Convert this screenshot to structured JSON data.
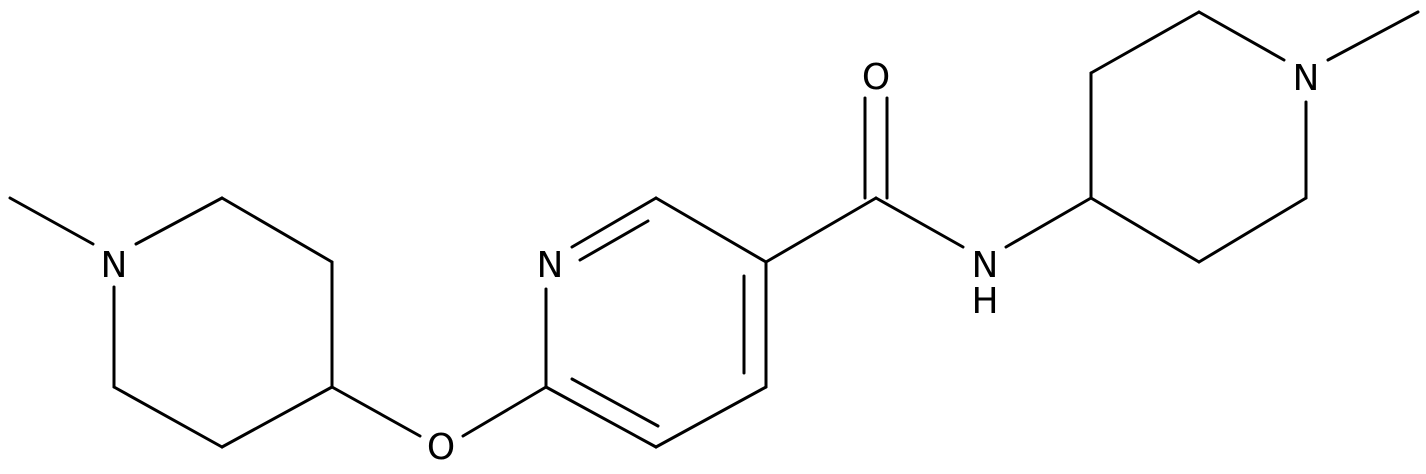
{
  "molecule": {
    "atoms": {
      "n_pyridine": "N",
      "o_ether": "O",
      "o_carbonyl": "O",
      "n_left_piperidine": "N",
      "n_right_piperidine": "N",
      "n_amide": "N",
      "h_amide": "H"
    }
  },
  "colors": {
    "bond": "#000000",
    "text": "#000000",
    "background": "#ffffff"
  }
}
